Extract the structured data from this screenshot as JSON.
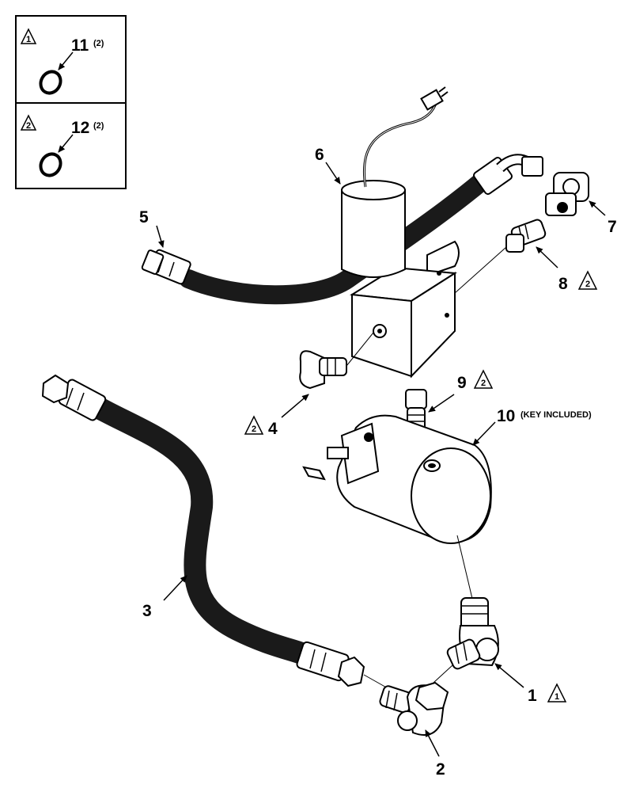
{
  "legend": {
    "items": [
      {
        "flag": "1",
        "label": "11",
        "qty": "(2)"
      },
      {
        "flag": "2",
        "label": "12",
        "qty": "(2)"
      }
    ]
  },
  "callouts": {
    "c1": {
      "label": "1",
      "flag": "1"
    },
    "c2": {
      "label": "2"
    },
    "c3": {
      "label": "3"
    },
    "c4": {
      "label": "4",
      "flag": "2"
    },
    "c5": {
      "label": "5"
    },
    "c6": {
      "label": "6"
    },
    "c7": {
      "label": "7"
    },
    "c8": {
      "label": "8",
      "flag": "2"
    },
    "c9": {
      "label": "9",
      "flag": "2"
    },
    "c10": {
      "label": "10",
      "note": "(KEY INCLUDED)"
    }
  },
  "colors": {
    "ink": "#000000",
    "paper": "#ffffff",
    "hose": "#1a1a1a"
  }
}
